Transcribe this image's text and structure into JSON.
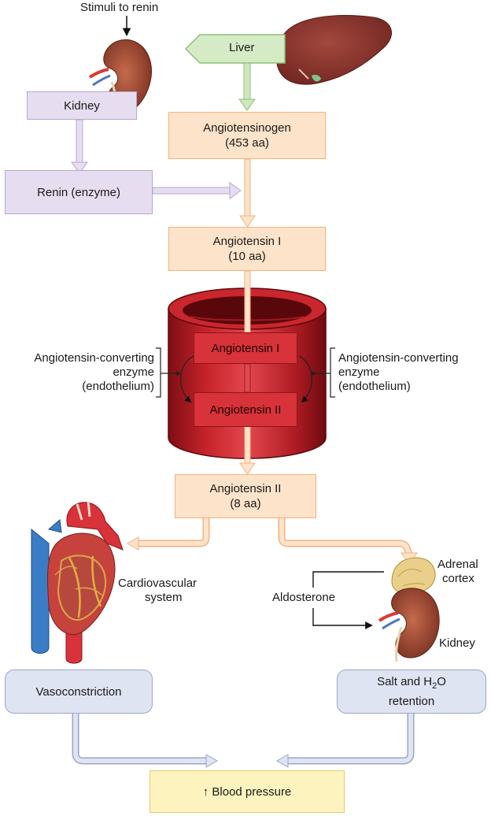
{
  "stimuli_label": "Stimuli to renin",
  "kidney_top": "Kidney",
  "liver": "Liver",
  "renin": "Renin (enzyme)",
  "angiotensinogen": {
    "name": "Angiotensinogen",
    "size": "(453 aa)"
  },
  "angiotensin1": {
    "name": "Angiotensin I",
    "size": "(10 aa)"
  },
  "vessel_top": "Angiotensin I",
  "vessel_bottom": "Angiotensin II",
  "ace_left": {
    "line1": "Angiotensin-converting",
    "line2": "enzyme",
    "line3": "(endothelium)"
  },
  "ace_right": {
    "line1": "Angiotensin-converting",
    "line2": "enzyme",
    "line3": "(endothelium)"
  },
  "angiotensin2": {
    "name": "Angiotensin II",
    "size": "(8 aa)"
  },
  "cardio": {
    "line1": "Cardiovascular",
    "line2": "system"
  },
  "adrenal": {
    "line1": "Adrenal",
    "line2": "cortex"
  },
  "aldosterone": "Aldosterone",
  "kidney_bottom": "Kidney",
  "vasoconstriction": "Vasoconstriction",
  "salt": {
    "prefix": "Salt and H",
    "sub": "2",
    "suffix": "O",
    "line2": "retention"
  },
  "blood_pressure": "↑ Blood pressure"
}
